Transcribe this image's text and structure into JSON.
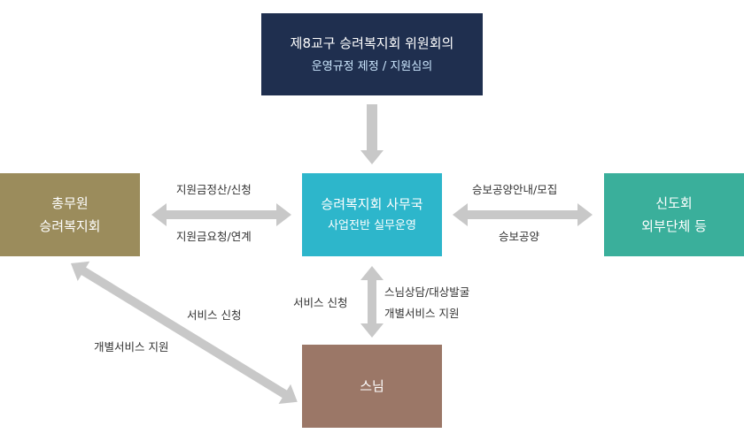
{
  "committee": {
    "title": "제8교구 승려복지회 위원회의",
    "subtitle": "운영규정 제정 / 지원심의"
  },
  "office": {
    "title": "승려복지회 사무국",
    "subtitle": "사업전반 실무운영"
  },
  "admin": {
    "line1": "총무원",
    "line2": "승려복지회"
  },
  "believers": {
    "line1": "신도회",
    "line2": "외부단체 등"
  },
  "monks": {
    "title": "스님"
  },
  "labels": {
    "admin_top": "지원금정산/신청",
    "admin_bottom": "지원금요청/연계",
    "believers_top": "승보공양안내/모집",
    "believers_bottom": "승보공양",
    "monks_left": "서비스 신청",
    "monks_right_1": "스님상담/대상발굴",
    "monks_right_2": "개별서비스 지원",
    "diag_top": "서비스 신청",
    "diag_bottom": "개별서비스 지원"
  },
  "colors": {
    "committee": "#1f2f4f",
    "office": "#2db6cb",
    "admin": "#9b8c5c",
    "believers": "#3aaf9b",
    "monks": "#9b7767",
    "arrow": "#c8c8c8"
  }
}
